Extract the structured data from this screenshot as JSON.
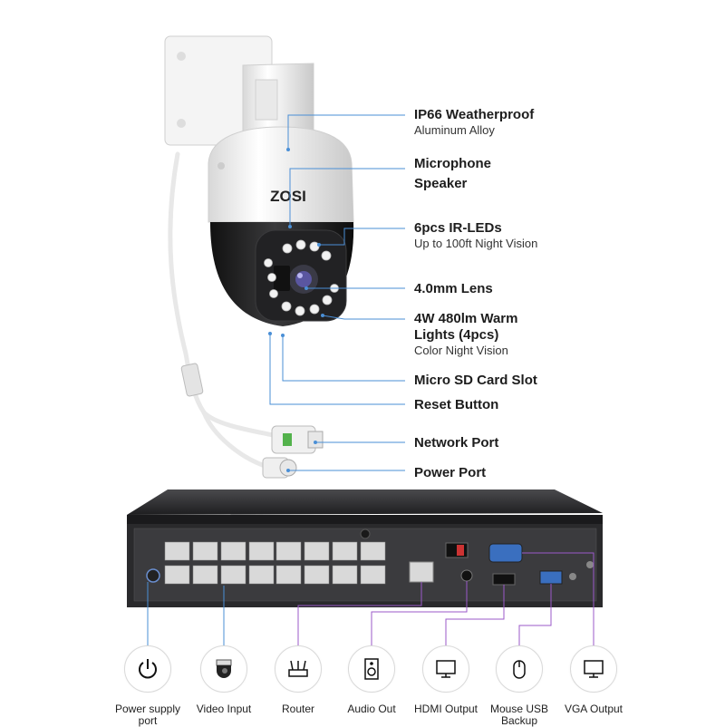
{
  "camera": {
    "brand": "ZOSI",
    "callouts": [
      {
        "title": "IP66 Weatherproof",
        "subtitle": "Aluminum Alloy"
      },
      {
        "title": "Microphone",
        "subtitle": ""
      },
      {
        "title": "Speaker",
        "subtitle": ""
      },
      {
        "title": "6pcs IR-LEDs",
        "subtitle": "Up to 100ft Night Vision"
      },
      {
        "title": "4.0mm Lens",
        "subtitle": ""
      },
      {
        "title": "4W 480lm Warm",
        "subtitle": ""
      },
      {
        "title": "Lights (4pcs)",
        "subtitle": "Color Night Vision"
      },
      {
        "title": "Micro SD Card Slot",
        "subtitle": ""
      },
      {
        "title": "Reset Button",
        "subtitle": ""
      },
      {
        "title": "Network Port",
        "subtitle": ""
      },
      {
        "title": "Power Port",
        "subtitle": ""
      }
    ]
  },
  "nvr": {
    "ports": [
      {
        "label1": "Power supply",
        "label2": "port",
        "icon": "power-icon"
      },
      {
        "label1": "Video Input",
        "label2": "",
        "icon": "camera-icon"
      },
      {
        "label1": "Router",
        "label2": "",
        "icon": "router-icon"
      },
      {
        "label1": "Audio Out",
        "label2": "",
        "icon": "speaker-icon"
      },
      {
        "label1": "HDMI Output",
        "label2": "",
        "icon": "monitor-icon"
      },
      {
        "label1": "Mouse USB",
        "label2": "Backup",
        "icon": "mouse-icon"
      },
      {
        "label1": "VGA Output",
        "label2": "",
        "icon": "monitor-icon"
      }
    ]
  },
  "colors": {
    "leader_blue": "#4a8fd6",
    "leader_purple": "#9b59c9",
    "nvr_body": "#2a2a2c"
  }
}
